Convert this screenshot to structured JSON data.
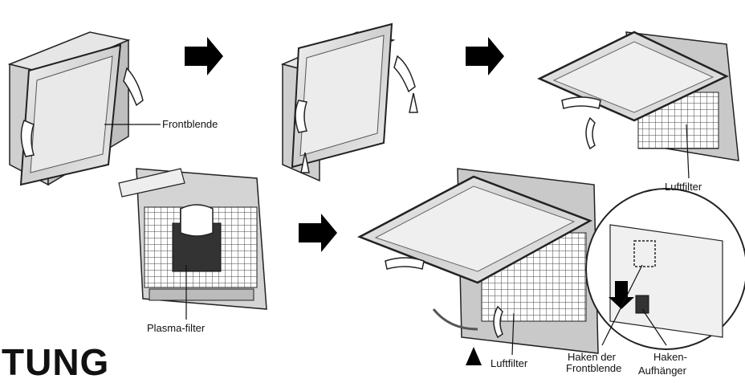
{
  "labels": {
    "frontblende": "Frontblende",
    "luftfilter_top": "Luftfilter",
    "plasma_filter": "Plasma-filter",
    "luftfilter_bottom": "Luftfilter",
    "haken_der_frontblende_line1": "Haken der",
    "haken_der_frontblende_line2": "Frontblende",
    "haken_aufhaenger_line1": "Haken-",
    "haken_aufhaenger_line2": "Aufhänger"
  },
  "heading_fragment": "TUNG",
  "colors": {
    "ink": "#111111",
    "arrow": "#000000",
    "panel_fill": "#d8d8d8",
    "panel_face": "#bdbdbd"
  },
  "icons": [
    "step-arrow-icon",
    "lift-arrow-icon"
  ]
}
